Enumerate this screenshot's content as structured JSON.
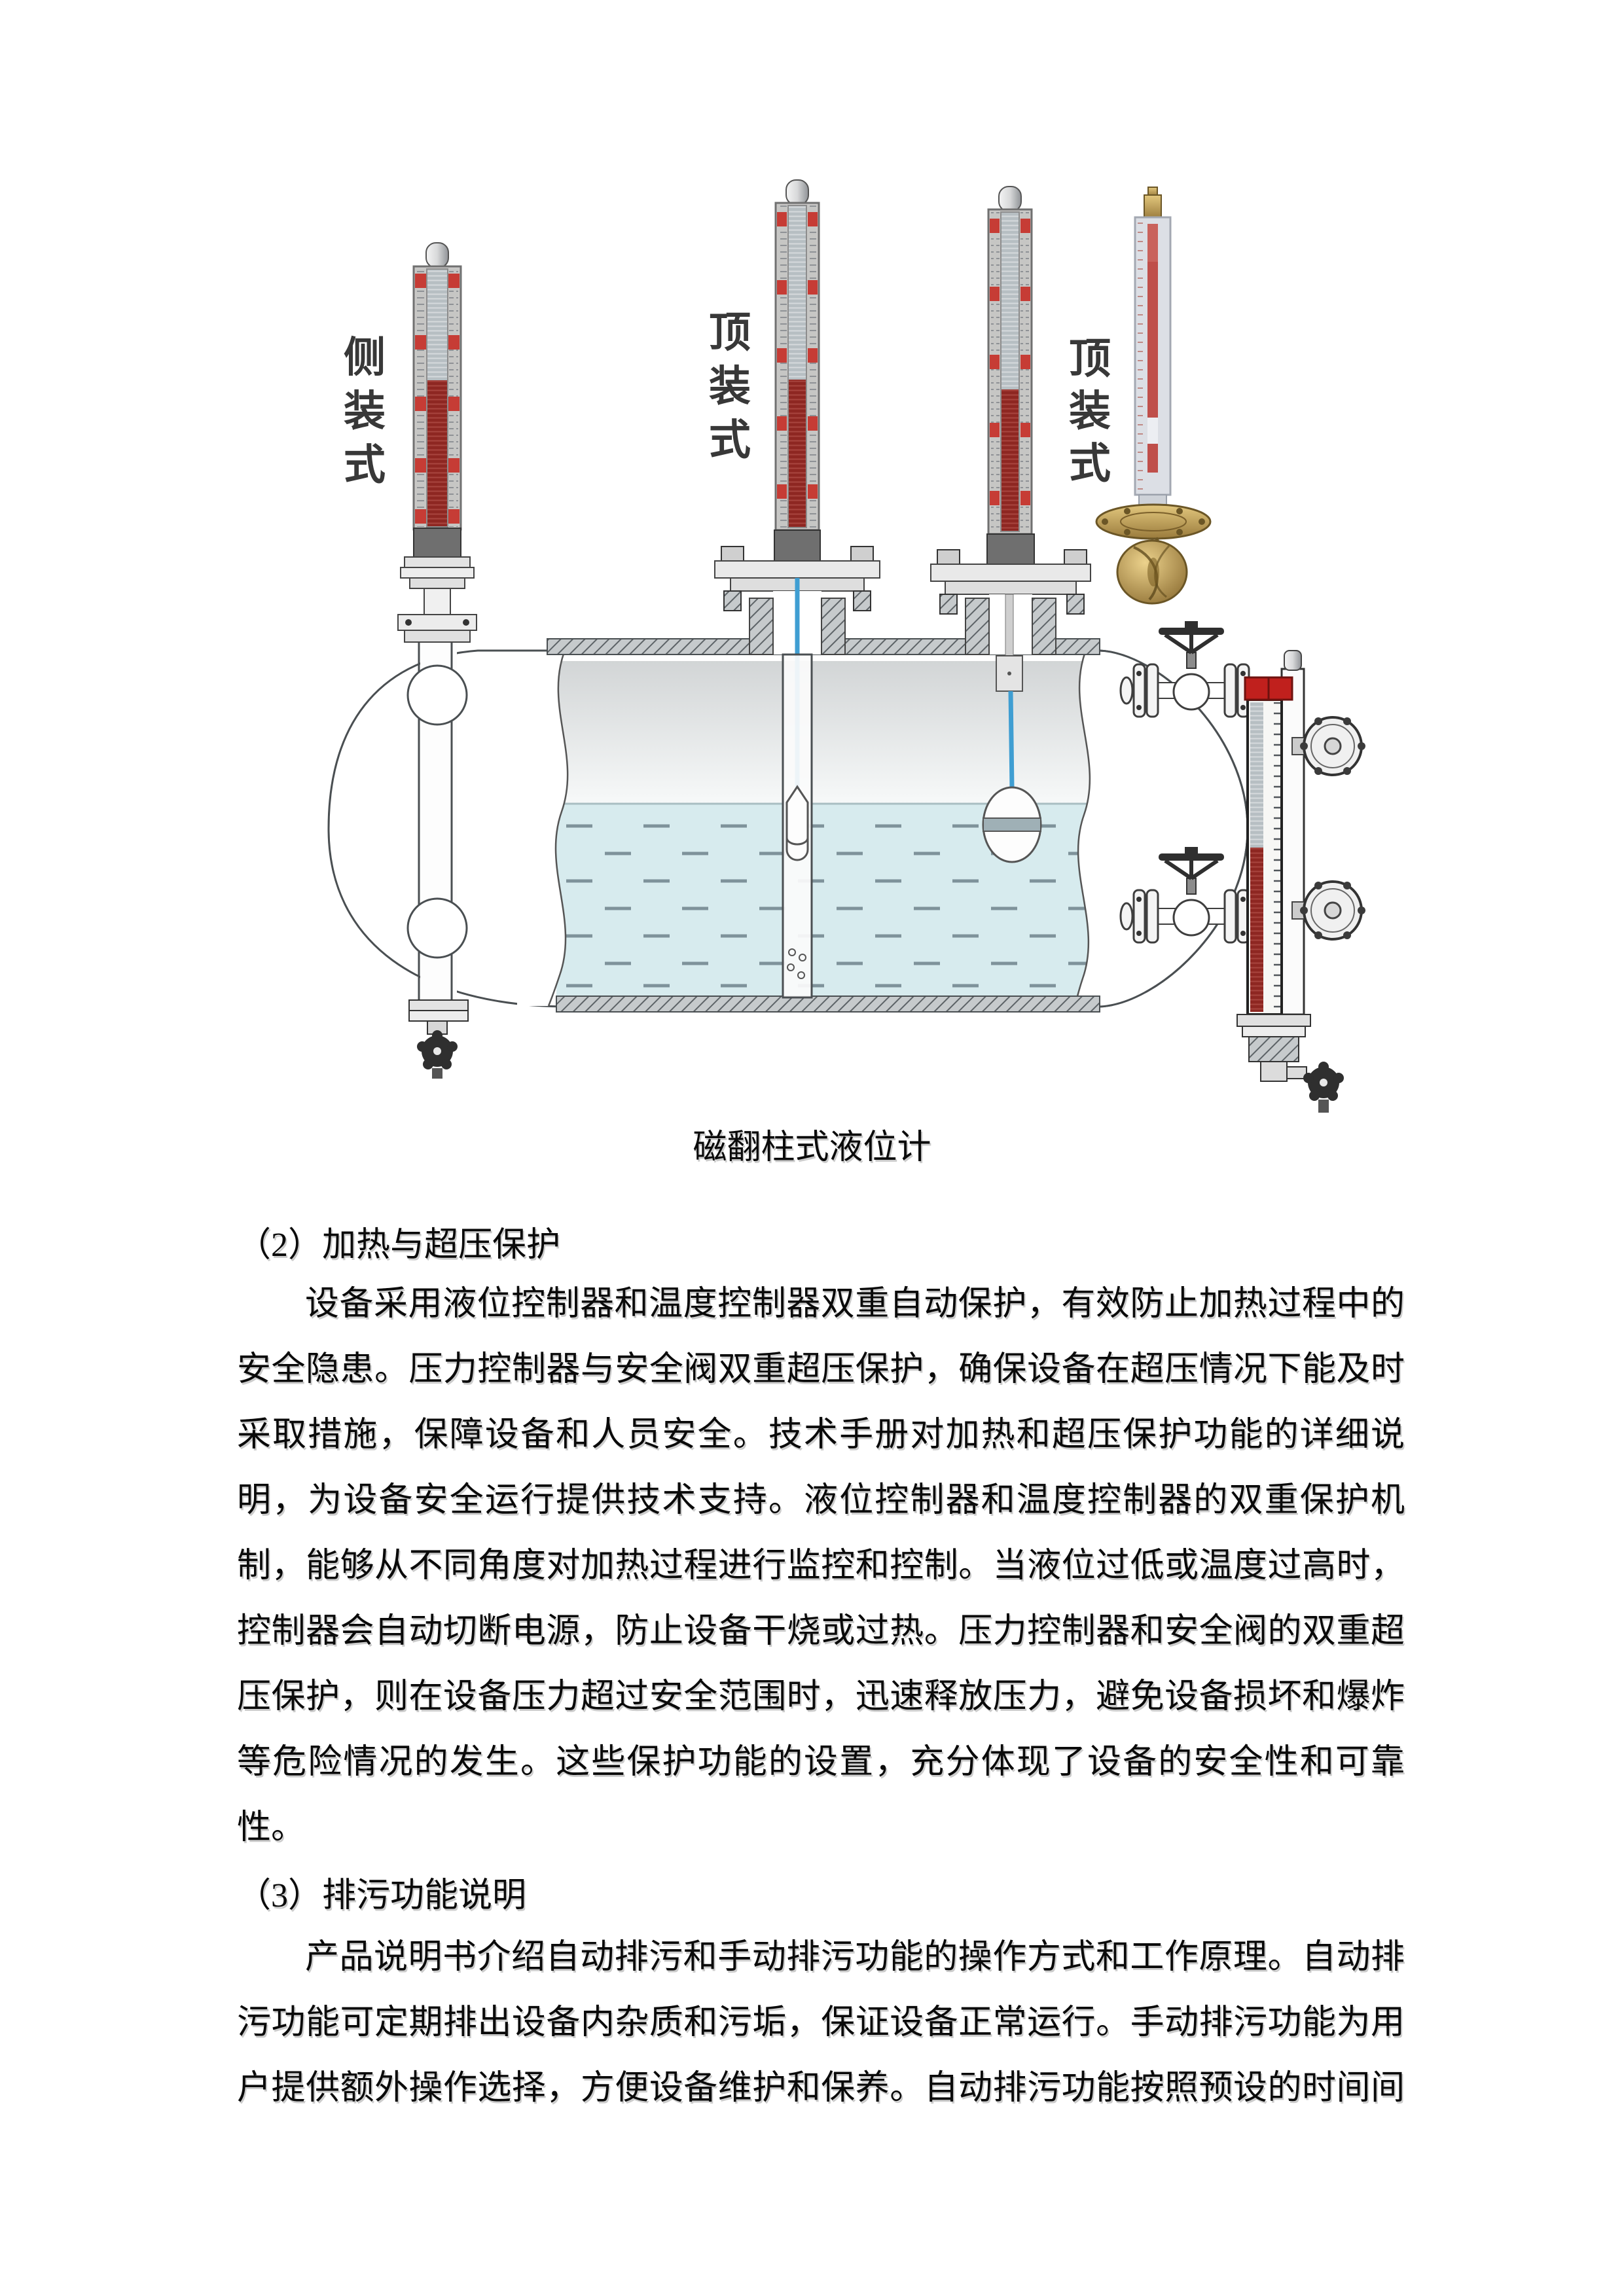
{
  "figure": {
    "caption": "磁翻柱式液位计",
    "labels": {
      "side": [
        "侧",
        "装",
        "式"
      ],
      "top1": [
        "顶",
        "装",
        "式"
      ],
      "top2": [
        "顶",
        "装",
        "式"
      ]
    },
    "colors": {
      "indicator_red": "#8e2722",
      "chip_red": "#c63c35",
      "header_red": "#c0201d",
      "cable_blue": "#3f9ed2",
      "liquid": "#d7ebee",
      "gold": "#b3924f",
      "hatch_gray": "#c6cacc"
    }
  },
  "sections": [
    {
      "heading": "（2）加热与超压保护",
      "lines": [
        "设备采用液位控制器和温度控制器双重自动保护，有效防止加热过程中的",
        "安全隐患。压力控制器与安全阀双重超压保护，确保设备在超压情况下能及时",
        "采取措施，保障设备和人员安全。技术手册对加热和超压保护功能的详细说",
        "明，为设备安全运行提供技术支持。液位控制器和温度控制器的双重保护机",
        "制，能够从不同角度对加热过程进行监控和控制。当液位过低或温度过高时，",
        "控制器会自动切断电源，防止设备干烧或过热。压力控制器和安全阀的双重超",
        "压保护，则在设备压力超过安全范围时，迅速释放压力，避免设备损坏和爆炸",
        "等危险情况的发生。这些保护功能的设置，充分体现了设备的安全性和可靠",
        "性。"
      ]
    },
    {
      "heading": "（3）排污功能说明",
      "lines": [
        "产品说明书介绍自动排污和手动排污功能的操作方式和工作原理。自动排",
        "污功能可定期排出设备内杂质和污垢，保证设备正常运行。手动排污功能为用",
        "户提供额外操作选择，方便设备维护和保养。自动排污功能按照预设的时间间"
      ]
    }
  ]
}
